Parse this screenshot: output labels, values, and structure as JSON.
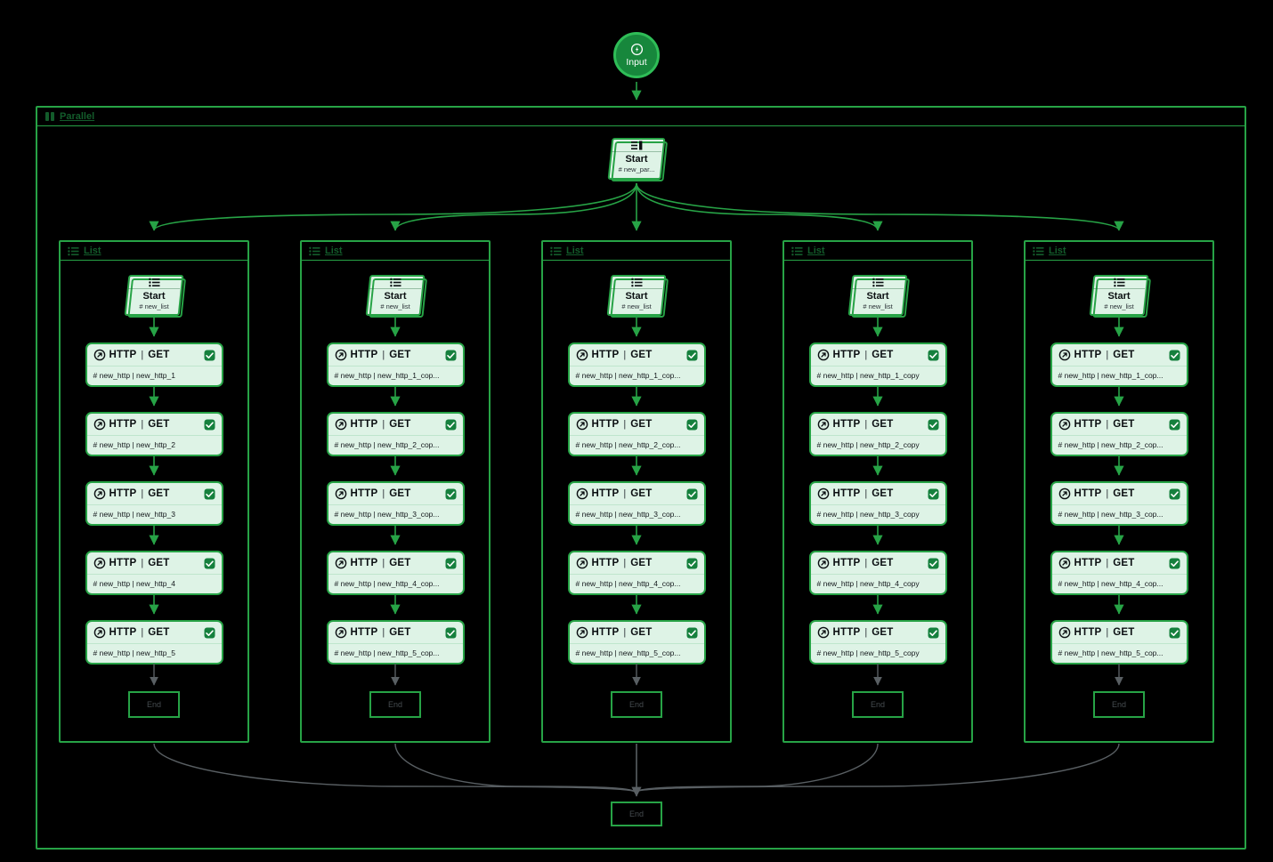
{
  "ui": {
    "pipe": "|",
    "colors": {
      "background": "#000000",
      "edge_green": "#27a346",
      "edge_gray": "#595f63",
      "node_fill": "#def3e6",
      "node_border": "#27a346",
      "label_green": "#135c2b",
      "checkbox_green": "#15803d",
      "input_fill": "#17873c",
      "input_ring": "#2fbd57"
    }
  },
  "input_node": {
    "label": "Input",
    "icon": "bolt-circle-icon"
  },
  "parallel_container": {
    "label": "Parallel",
    "icon": "parallel-icon"
  },
  "parallel_start": {
    "title": "Start",
    "subtitle": "# new_par...",
    "icon": "parallel-start-icon"
  },
  "global_end": {
    "label": "End"
  },
  "columns": [
    {
      "container_label": "List",
      "start": {
        "title": "Start",
        "subtitle": "# new_list",
        "icon": "list-icon"
      },
      "http_nodes": [
        {
          "type": "HTTP",
          "method": "GET",
          "subtitle": "# new_http | new_http_1",
          "checked": true
        },
        {
          "type": "HTTP",
          "method": "GET",
          "subtitle": "# new_http | new_http_2",
          "checked": true
        },
        {
          "type": "HTTP",
          "method": "GET",
          "subtitle": "# new_http | new_http_3",
          "checked": true
        },
        {
          "type": "HTTP",
          "method": "GET",
          "subtitle": "# new_http | new_http_4",
          "checked": true
        },
        {
          "type": "HTTP",
          "method": "GET",
          "subtitle": "# new_http | new_http_5",
          "checked": true
        }
      ],
      "end_label": "End"
    },
    {
      "container_label": "List",
      "start": {
        "title": "Start",
        "subtitle": "# new_list",
        "icon": "list-icon"
      },
      "http_nodes": [
        {
          "type": "HTTP",
          "method": "GET",
          "subtitle": "# new_http | new_http_1_cop...",
          "checked": true
        },
        {
          "type": "HTTP",
          "method": "GET",
          "subtitle": "# new_http | new_http_2_cop...",
          "checked": true
        },
        {
          "type": "HTTP",
          "method": "GET",
          "subtitle": "# new_http | new_http_3_cop...",
          "checked": true
        },
        {
          "type": "HTTP",
          "method": "GET",
          "subtitle": "# new_http | new_http_4_cop...",
          "checked": true
        },
        {
          "type": "HTTP",
          "method": "GET",
          "subtitle": "# new_http | new_http_5_cop...",
          "checked": true
        }
      ],
      "end_label": "End"
    },
    {
      "container_label": "List",
      "start": {
        "title": "Start",
        "subtitle": "# new_list",
        "icon": "list-icon"
      },
      "http_nodes": [
        {
          "type": "HTTP",
          "method": "GET",
          "subtitle": "# new_http | new_http_1_cop...",
          "checked": true
        },
        {
          "type": "HTTP",
          "method": "GET",
          "subtitle": "# new_http | new_http_2_cop...",
          "checked": true
        },
        {
          "type": "HTTP",
          "method": "GET",
          "subtitle": "# new_http | new_http_3_cop...",
          "checked": true
        },
        {
          "type": "HTTP",
          "method": "GET",
          "subtitle": "# new_http | new_http_4_cop...",
          "checked": true
        },
        {
          "type": "HTTP",
          "method": "GET",
          "subtitle": "# new_http | new_http_5_cop...",
          "checked": true
        }
      ],
      "end_label": "End"
    },
    {
      "container_label": "List",
      "start": {
        "title": "Start",
        "subtitle": "# new_list",
        "icon": "list-icon"
      },
      "http_nodes": [
        {
          "type": "HTTP",
          "method": "GET",
          "subtitle": "# new_http | new_http_1_copy",
          "checked": true
        },
        {
          "type": "HTTP",
          "method": "GET",
          "subtitle": "# new_http | new_http_2_copy",
          "checked": true
        },
        {
          "type": "HTTP",
          "method": "GET",
          "subtitle": "# new_http | new_http_3_copy",
          "checked": true
        },
        {
          "type": "HTTP",
          "method": "GET",
          "subtitle": "# new_http | new_http_4_copy",
          "checked": true
        },
        {
          "type": "HTTP",
          "method": "GET",
          "subtitle": "# new_http | new_http_5_copy",
          "checked": true
        }
      ],
      "end_label": "End"
    },
    {
      "container_label": "List",
      "start": {
        "title": "Start",
        "subtitle": "# new_list",
        "icon": "list-icon"
      },
      "http_nodes": [
        {
          "type": "HTTP",
          "method": "GET",
          "subtitle": "# new_http | new_http_1_cop...",
          "checked": true
        },
        {
          "type": "HTTP",
          "method": "GET",
          "subtitle": "# new_http | new_http_2_cop...",
          "checked": true
        },
        {
          "type": "HTTP",
          "method": "GET",
          "subtitle": "# new_http | new_http_3_cop...",
          "checked": true
        },
        {
          "type": "HTTP",
          "method": "GET",
          "subtitle": "# new_http | new_http_4_cop...",
          "checked": true
        },
        {
          "type": "HTTP",
          "method": "GET",
          "subtitle": "# new_http | new_http_5_cop...",
          "checked": true
        }
      ],
      "end_label": "End"
    }
  ]
}
